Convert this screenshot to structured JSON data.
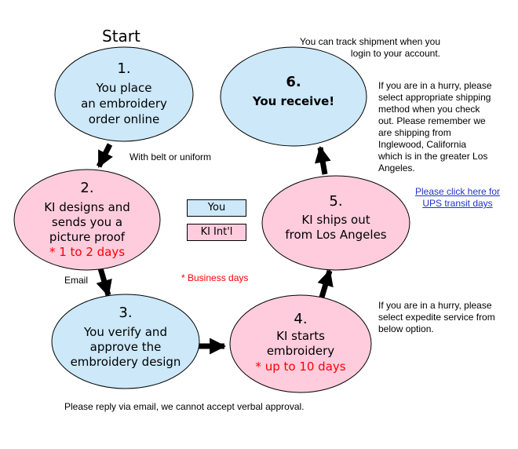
{
  "start_label": "Start",
  "colors": {
    "you": "#cce8f9",
    "ki": "#ffccdd",
    "arrow": "#000000",
    "highlight": "#ff0000",
    "link": "#1f33cc"
  },
  "steps": [
    {
      "number": "1.",
      "lines": [
        "You place",
        "an embroidery",
        "order online"
      ],
      "owner": "You"
    },
    {
      "number": "2.",
      "lines": [
        "KI designs and",
        "sends you a",
        "picture proof"
      ],
      "timing": "* 1 to 2 days",
      "owner": "KI Int'l"
    },
    {
      "number": "3.",
      "lines": [
        "You verify and",
        "approve the",
        "embroidery design"
      ],
      "owner": "You"
    },
    {
      "number": "4.",
      "lines": [
        "KI starts",
        "embroidery"
      ],
      "timing": "* up to 10 days",
      "owner": "KI Int'l"
    },
    {
      "number": "5.",
      "lines": [
        "KI ships out",
        "from Los Angeles"
      ],
      "owner": "KI Int'l"
    },
    {
      "number": "6.",
      "lines": [
        "You receive!"
      ],
      "owner": "You"
    }
  ],
  "notes": {
    "belt": "With belt or uniform",
    "email": "Email",
    "track": [
      "You can track shipment when you",
      "login to your account."
    ],
    "hurry_shipping": [
      "If you are in a hurry, please",
      "select appropriate shipping",
      "method when you check",
      "out. Please remember we",
      "are shipping from",
      "Inglewood,  California",
      "which is in the greater Los",
      "Angeles."
    ],
    "ups_link": [
      "Please click here for",
      "UPS transit days"
    ],
    "hurry_expedite": [
      "If you are in a hurry, please",
      "select expedite service from",
      "below option."
    ],
    "reply": "Please reply via email, we cannot accept verbal approval.",
    "business_days": "* Business days"
  },
  "legend": {
    "you": "You",
    "ki": "KI Int'l"
  }
}
